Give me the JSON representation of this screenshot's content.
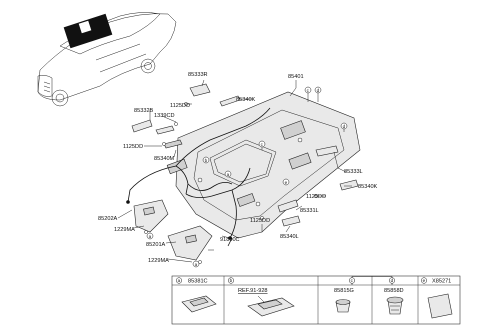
{
  "callouts": {
    "c85401": "85401",
    "c85333R": "85333R",
    "c1125DD_a": "1125DD",
    "c85340K_a": "85340K",
    "c85332B": "85332B",
    "c1339CD": "1339CD",
    "c1125DD_b": "1125DD",
    "c85340M": "85340M",
    "c85333L": "85333L",
    "c1125DD_c": "1125DD",
    "c85340K_b": "85340K",
    "c85331L": "85331L",
    "c1125DD_d": "1125DD",
    "c85340L": "85340L",
    "c85202A": "85202A",
    "c1229MA_a": "1229MA",
    "c85201A": "85201A",
    "c91800C": "91800C",
    "c1229MA_b": "1229MA"
  },
  "circle_letters": {
    "c": "c",
    "d": "d",
    "a": "a",
    "b": "b",
    "e": "e"
  },
  "legend": {
    "cells": [
      {
        "letter": "a",
        "part": "85381C"
      },
      {
        "letter": "b",
        "part": "",
        "ref": "REF.91-928"
      },
      {
        "letter": "c",
        "part": "85815G"
      },
      {
        "letter": "d",
        "part": "85858D"
      },
      {
        "letter": "e",
        "part": "X85271"
      }
    ]
  }
}
